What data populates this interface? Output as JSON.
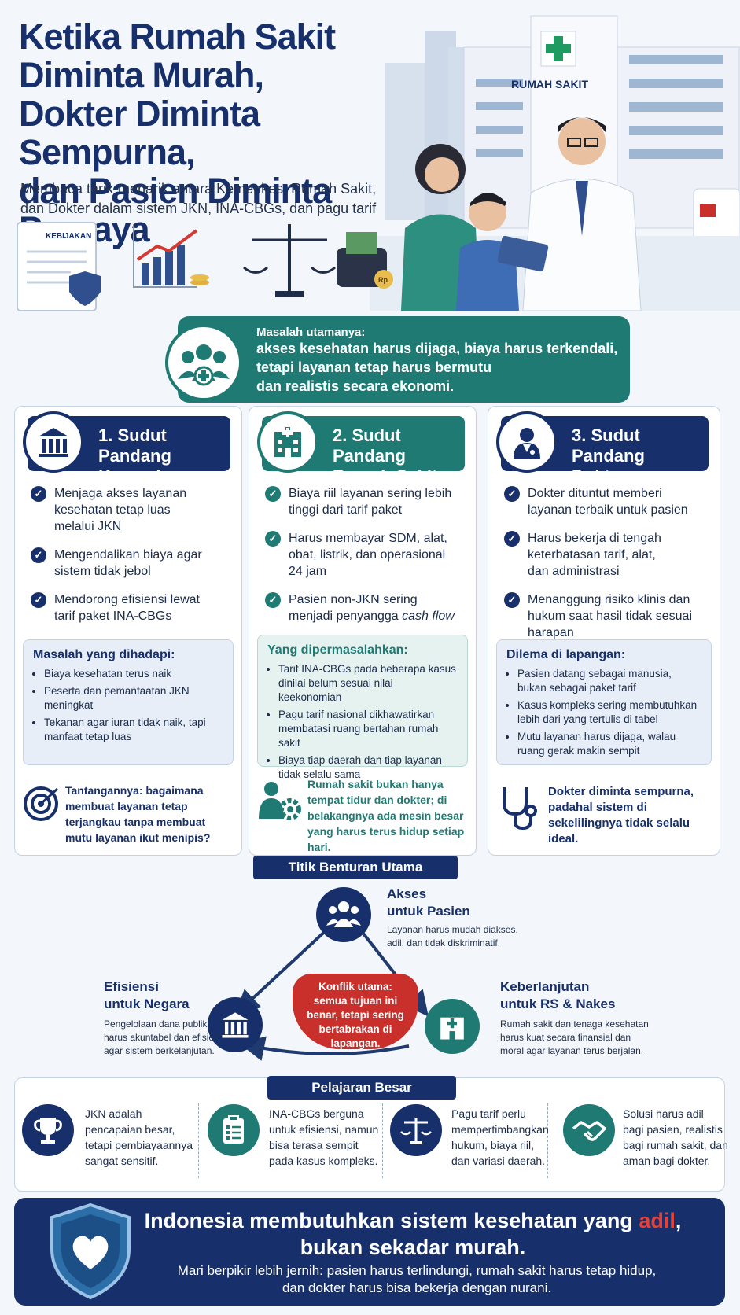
{
  "hero": {
    "title_lines": [
      "Ketika Rumah Sakit",
      "Diminta Murah,",
      "Dokter Diminta Sempurna,",
      "dan Pasien Diminta Percaya"
    ],
    "subtitle_lines": [
      "Membaca tarik-menarik antara Kemenkes, Rumah Sakit,",
      "dan Dokter dalam sistem JKN, INA-CBGs, dan pagu tarif"
    ],
    "doc_label": "KEBIJAKAN",
    "hospital_sign": "RUMAH SAKIT",
    "coin_label": "Rp"
  },
  "problem": {
    "kicker": "Masalah utamanya:",
    "lines": [
      "akses kesehatan harus dijaga, biaya harus terkendali,",
      "tetapi layanan tetap harus bermutu",
      "dan realistis secara ekonomi."
    ]
  },
  "columns": [
    {
      "title": [
        "1. Sudut Pandang",
        "Kemenkes"
      ],
      "color": "#17306b",
      "points": [
        [
          "Menjaga akses layanan",
          "kesehatan tetap luas",
          "melalui JKN"
        ],
        [
          "Mengendalikan biaya agar",
          "sistem tidak jebol"
        ],
        [
          "Mendorong efisiensi lewat",
          "tarif paket INA-CBGs"
        ]
      ],
      "box_title": "Masalah yang dihadapi:",
      "box_items": [
        "Biaya kesehatan terus naik",
        "Peserta dan pemanfaatan JKN meningkat",
        "Tekanan agar iuran tidak naik, tapi manfaat tetap luas"
      ],
      "footer": "Tantangannya: bagaimana membuat layanan tetap terjangkau tanpa membuat mutu layanan ikut menipis?"
    },
    {
      "title": [
        "2. Sudut Pandang",
        "Rumah Sakit"
      ],
      "color": "#1f7a74",
      "points": [
        [
          "Biaya riil layanan sering lebih",
          "tinggi dari tarif paket"
        ],
        [
          "Harus membayar SDM, alat,",
          "obat, listrik, dan operasional",
          "24 jam"
        ],
        [
          "Pasien non-JKN sering",
          "menjadi penyangga cash flow"
        ]
      ],
      "box_title": "Yang dipermasalahkan:",
      "box_items": [
        "Tarif INA-CBGs pada beberapa kasus dinilai belum sesuai nilai keekonomian",
        "Pagu tarif nasional dikhawatirkan membatasi ruang bertahan rumah sakit",
        "Biaya tiap daerah dan tiap layanan tidak selalu sama"
      ],
      "footer": "Rumah sakit bukan hanya tempat tidur dan dokter; di belakangnya ada mesin besar yang harus terus hidup setiap hari."
    },
    {
      "title": [
        "3. Sudut Pandang",
        "Dokter"
      ],
      "color": "#17306b",
      "points": [
        [
          "Dokter dituntut memberi",
          "layanan terbaik untuk pasien"
        ],
        [
          "Harus bekerja di tengah",
          "keterbatasan tarif, alat,",
          "dan administrasi"
        ],
        [
          "Menanggung risiko klinis dan",
          "hukum saat hasil tidak sesuai",
          "harapan"
        ]
      ],
      "box_title": "Dilema di lapangan:",
      "box_items": [
        "Pasien datang sebagai manusia, bukan sebagai paket tarif",
        "Kasus kompleks sering membutuhkan lebih dari yang tertulis di tabel",
        "Mutu layanan harus dijaga, walau ruang gerak makin sempit"
      ],
      "footer": "Dokter diminta sempurna, padahal sistem di sekelilingnya tidak selalu ideal."
    }
  ],
  "clash": {
    "title": "Titik Benturan Utama",
    "top": {
      "title": [
        "Akses",
        "untuk Pasien"
      ],
      "desc": [
        "Layanan harus mudah diakses,",
        "adil, dan tidak diskriminatif."
      ]
    },
    "left": {
      "title": [
        "Efisiensi",
        "untuk Negara"
      ],
      "desc": [
        "Pengelolaan dana publik",
        "harus akuntabel dan efisien",
        "agar sistem berkelanjutan."
      ]
    },
    "right": {
      "title": [
        "Keberlanjutan",
        "untuk RS & Nakes"
      ],
      "desc": [
        "Rumah sakit dan tenaga kesehatan",
        "harus kuat secara finansial dan",
        "moral agar layanan terus berjalan."
      ]
    },
    "center": [
      "Konflik utama:",
      "semua tujuan ini",
      "benar, tetapi sering",
      "bertabrakan di",
      "lapangan."
    ]
  },
  "lessons": {
    "title": "Pelajaran Besar",
    "items": [
      [
        "JKN adalah",
        "pencapaian besar,",
        "tetapi pembiayaannya",
        "sangat sensitif."
      ],
      [
        "INA-CBGs berguna",
        "untuk efisiensi, namun",
        "bisa terasa sempit",
        "pada kasus kompleks."
      ],
      [
        "Pagu tarif perlu",
        "mempertimbangkan",
        "hukum, biaya riil,",
        "dan variasi daerah."
      ],
      [
        "Solusi harus adil",
        "bagi pasien, realistis",
        "bagi rumah sakit, dan",
        "aman bagi dokter."
      ]
    ]
  },
  "closing": {
    "title_pre": "Indonesia membutuhkan sistem kesehatan yang ",
    "title_accent": "adil",
    "title_post": ",",
    "title_line2": "bukan sekadar murah.",
    "sub": [
      "Mari berpikir lebih jernih: pasien harus terlindungi, rumah sakit harus tetap hidup,",
      "dan dokter harus bisa bekerja dengan nurani."
    ]
  },
  "colors": {
    "navy": "#17306b",
    "teal": "#1f7a74",
    "red": "#c9302c"
  }
}
